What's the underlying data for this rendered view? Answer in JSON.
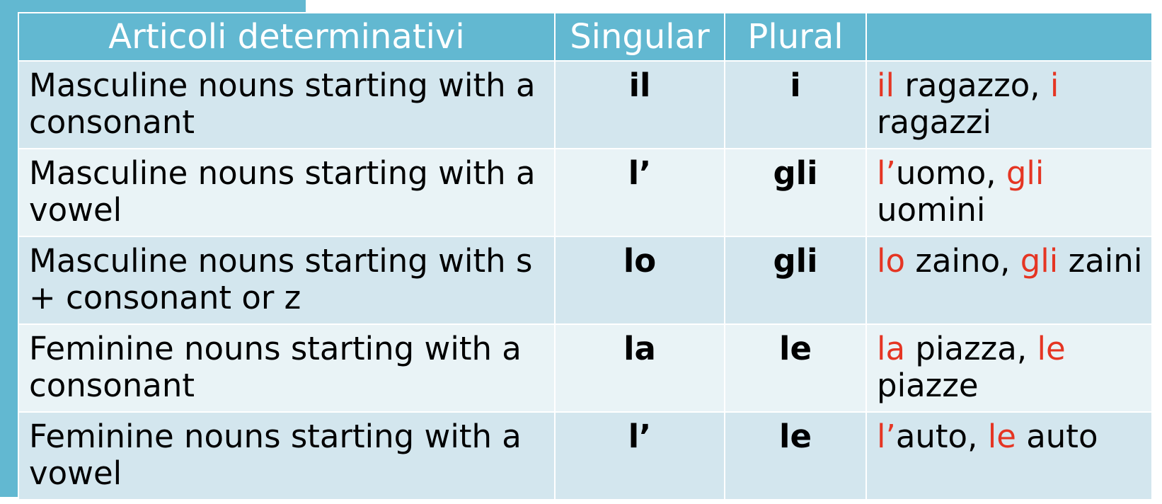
{
  "table": {
    "headers": [
      "Articoli determinativi",
      "Singular",
      "Plural",
      ""
    ],
    "rows": [
      {
        "description": "Masculine nouns starting with a consonant",
        "singular": "il",
        "plural": "i",
        "example": {
          "sg_article": "il",
          "sg_word": " ragazzo, ",
          "pl_article": "i",
          "pl_word": " ragazzi"
        }
      },
      {
        "description": "Masculine nouns starting with a vowel",
        "singular": "l’",
        "plural": "gli",
        "example": {
          "sg_article": "l’",
          "sg_word": "uomo, ",
          "pl_article": "gli",
          "pl_word": " uomini"
        }
      },
      {
        "description": "Masculine nouns starting with s + consonant or z",
        "singular": "lo",
        "plural": "gli",
        "example": {
          "sg_article": "lo",
          "sg_word": " zaino, ",
          "pl_article": "gli",
          "pl_word": " zaini"
        }
      },
      {
        "description": "Feminine nouns starting with a consonant",
        "singular": "la",
        "plural": "le",
        "example": {
          "sg_article": "la",
          "sg_word": " piazza, ",
          "pl_article": "le",
          "pl_word": " piazze"
        }
      },
      {
        "description": "Feminine nouns starting with a vowel",
        "singular": "l’",
        "plural": "le",
        "example": {
          "sg_article": "l’",
          "sg_word": "auto, ",
          "pl_article": "le",
          "pl_word": " auto"
        }
      }
    ]
  },
  "colors": {
    "header_bg": "#62b8d1",
    "row_odd_bg": "#d3e6ee",
    "row_even_bg": "#e9f3f6",
    "article_highlight": "#e53523"
  }
}
